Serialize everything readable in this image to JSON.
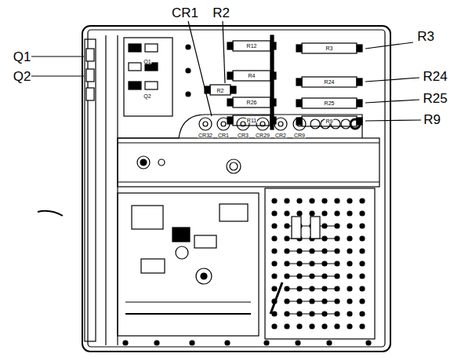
{
  "diagram": {
    "labels": [
      "CR1",
      "R2",
      "R3",
      "R24",
      "R25",
      "R9",
      "Q1",
      "Q2",
      "R12",
      "R4",
      "R2",
      "R26",
      "R11",
      "R3",
      "R24",
      "R25",
      "R9",
      "CR32",
      "CR1",
      "CR3",
      "CR29",
      "CR2",
      "CR9",
      "Q1",
      "Q2"
    ]
  }
}
